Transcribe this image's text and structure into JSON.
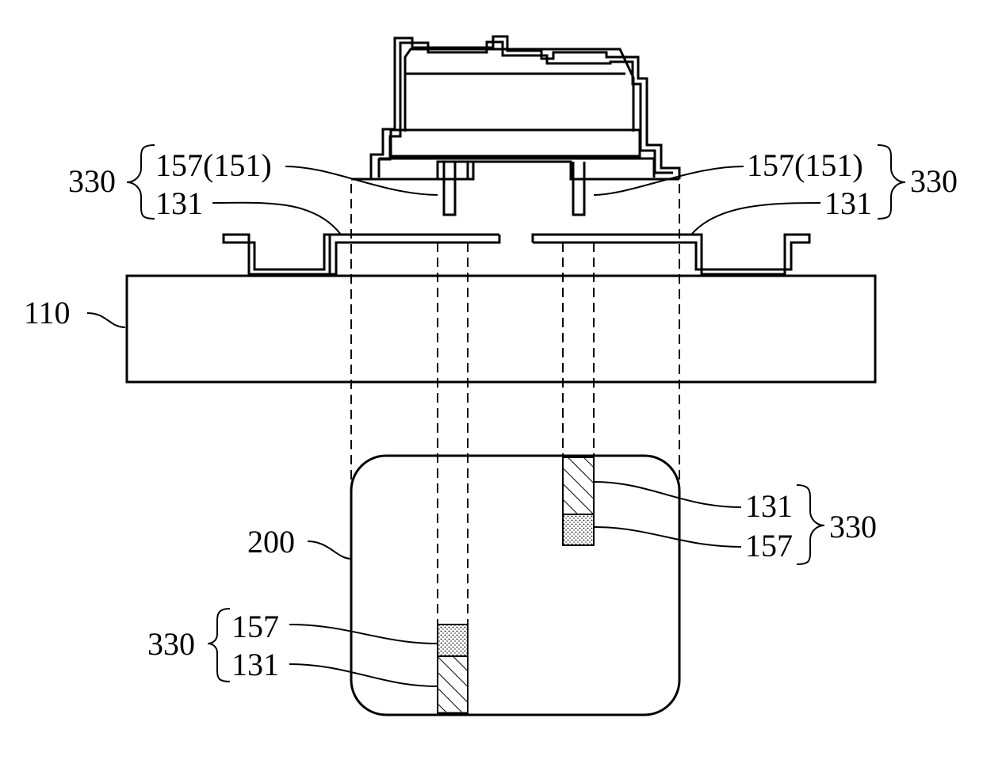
{
  "labels": {
    "top_left_group": "330",
    "top_left_a": "157(151)",
    "top_left_b": "131",
    "top_right_a": "157(151)",
    "top_right_b": "131",
    "top_right_group": "330",
    "substrate": "110",
    "window": "200",
    "mid_right_a": "131",
    "mid_right_b": "157",
    "mid_right_group": "330",
    "bottom_left_group": "330",
    "bottom_left_a": "157",
    "bottom_left_b": "131"
  },
  "colors": {
    "stroke": "#000000",
    "background": "#ffffff"
  }
}
